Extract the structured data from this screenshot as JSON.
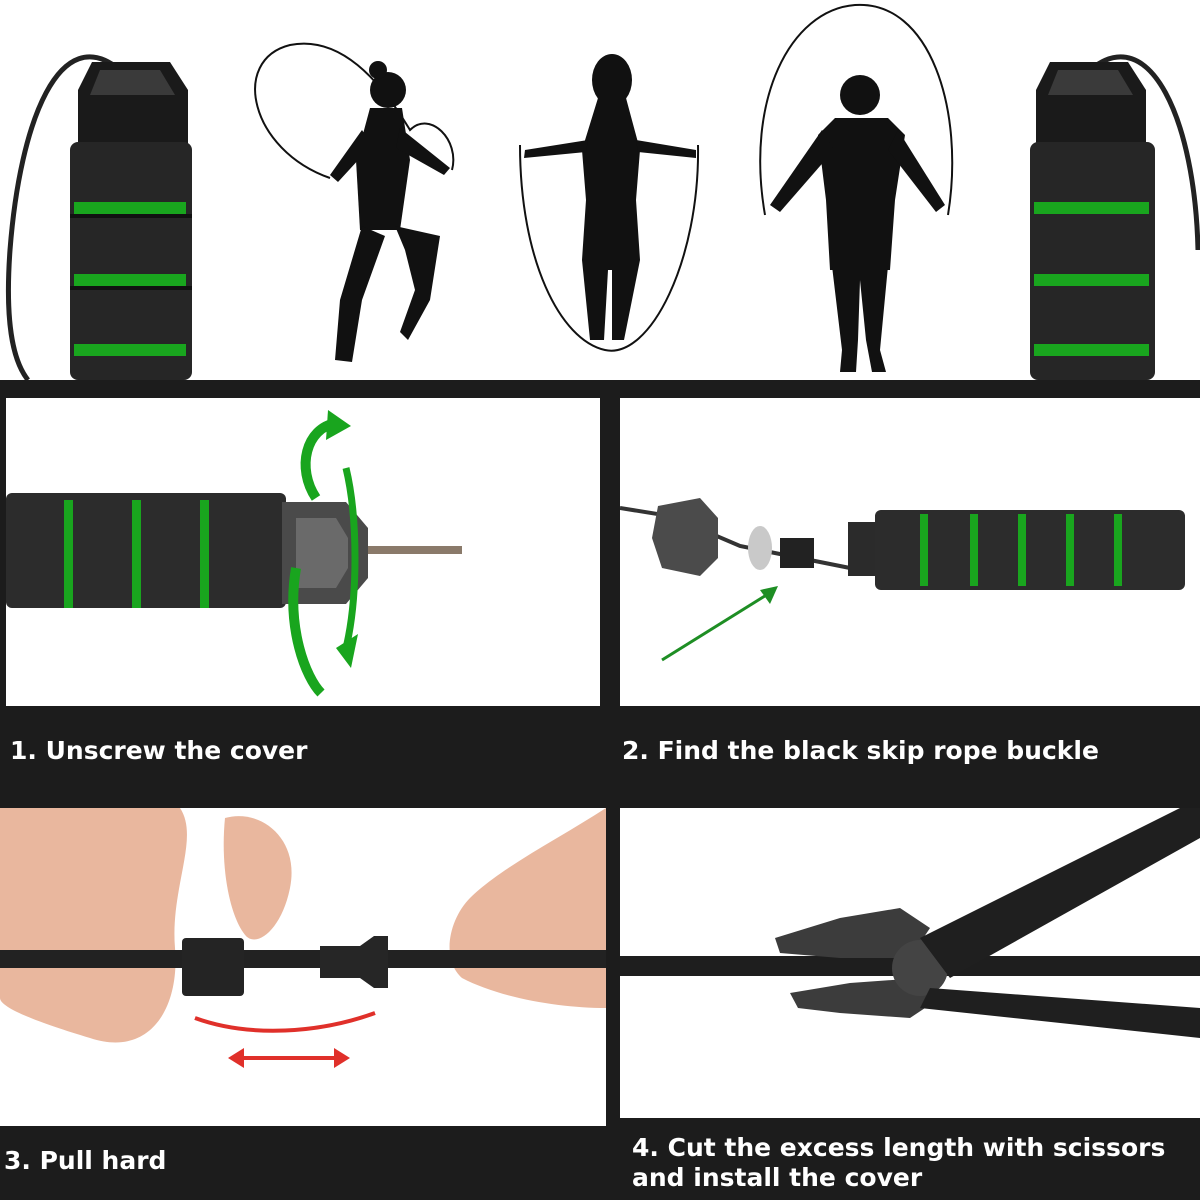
{
  "colors": {
    "background": "#1c1c1c",
    "accent_green": "#19a51e",
    "handle": "#2a2a2a",
    "arrow_red": "#e0302a"
  },
  "steps": [
    {
      "caption": "1. Unscrew the cover"
    },
    {
      "caption": "2. Find the black skip rope buckle"
    },
    {
      "caption": "3. Pull hard"
    },
    {
      "caption": "4. Cut the excess length with scissors and install the cover"
    }
  ]
}
